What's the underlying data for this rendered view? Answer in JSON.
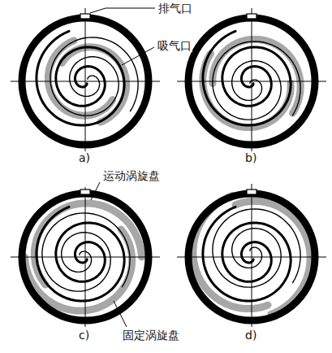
{
  "diagram": {
    "labels": [
      "排气口",
      "吸气口",
      "a)",
      "b)",
      "运动涡旋盘",
      "固定涡旋盘",
      "c)",
      "d)"
    ]
  }
}
